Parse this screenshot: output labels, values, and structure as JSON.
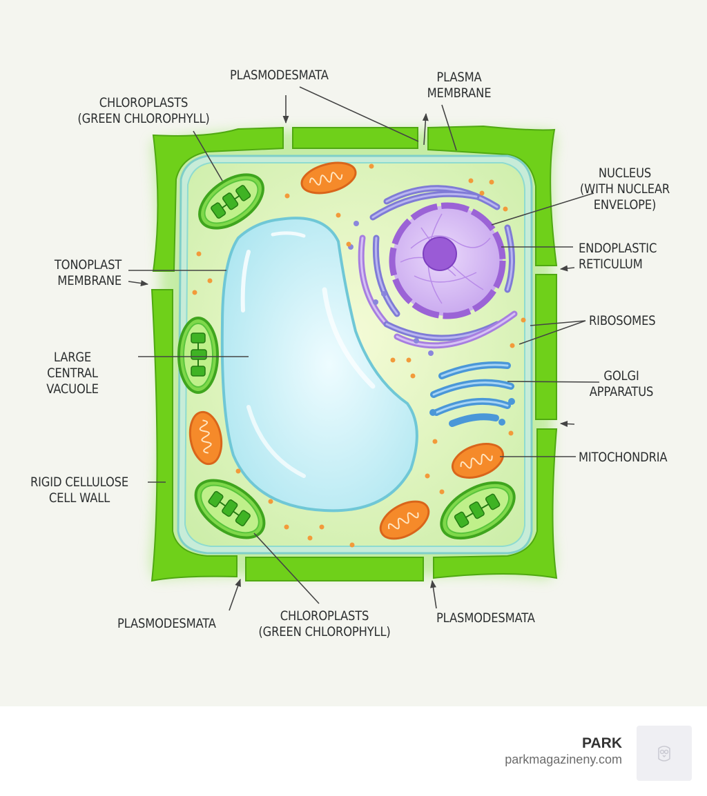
{
  "labels": {
    "plasmodesmata_top": "PLASMODESMATA",
    "plasma_membrane": "PLASMA\nMEMBRANE",
    "chloroplasts_top": "CHLOROPLASTS\n(GREEN CHLOROPHYLL)",
    "nucleus": "NUCLEUS\n(WITH NUCLEAR\nENVELOPE)",
    "endoplastic_reticulum": "ENDOPLASTIC\nRETICULUM",
    "tonoplast_membrane": "TONOPLAST\nMEMBRANE",
    "ribosomes": "RIBOSOMES",
    "large_central_vacuole": "LARGE CENTRAL\nVACUOLE",
    "golgi_apparatus": "GOLGI\nAPPARATUS",
    "mitochondria": "MITOCHONDRIA",
    "cell_wall": "RIGID CELLULOSE\nCELL WALL",
    "plasmodesmata_bottom_left": "PLASMODESMATA",
    "chloroplasts_bottom": "CHLOROPLASTS\n(GREEN CHLOROPHYLL)",
    "plasmodesmata_bottom_right": "PLASMODESMATA"
  },
  "footer": {
    "brand": "PARK",
    "url": "parkmagazineny.com",
    "logo_icon": "owl-logo-icon"
  },
  "colors": {
    "cell_wall": "#6fd01a",
    "cytoplasm": "#d9f2b8",
    "vacuole": "#bfeef6",
    "nucleus": "#b78ee6",
    "er": "#8a86dc",
    "golgi": "#5aa9e6",
    "mitochondria": "#f58a2a",
    "chloroplast": "#59c43c"
  }
}
